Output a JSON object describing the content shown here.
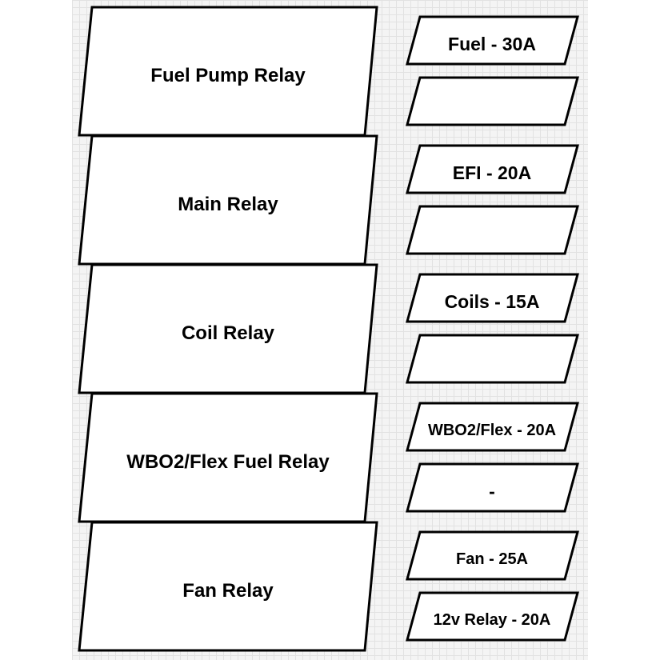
{
  "relays": [
    {
      "label": "Fuel Pump Relay"
    },
    {
      "label": "Main Relay"
    },
    {
      "label": "Coil Relay"
    },
    {
      "label": "WBO2/Flex Fuel Relay"
    },
    {
      "label": "Fan Relay"
    }
  ],
  "fuses": [
    {
      "label": "Fuel - 30A"
    },
    {
      "label": ""
    },
    {
      "label": "EFI - 20A"
    },
    {
      "label": ""
    },
    {
      "label": "Coils - 15A"
    },
    {
      "label": ""
    },
    {
      "label": "WBO2/Flex - 20A"
    },
    {
      "label": "-"
    },
    {
      "label": "Fan - 25A"
    },
    {
      "label": "12v Relay - 20A"
    }
  ]
}
